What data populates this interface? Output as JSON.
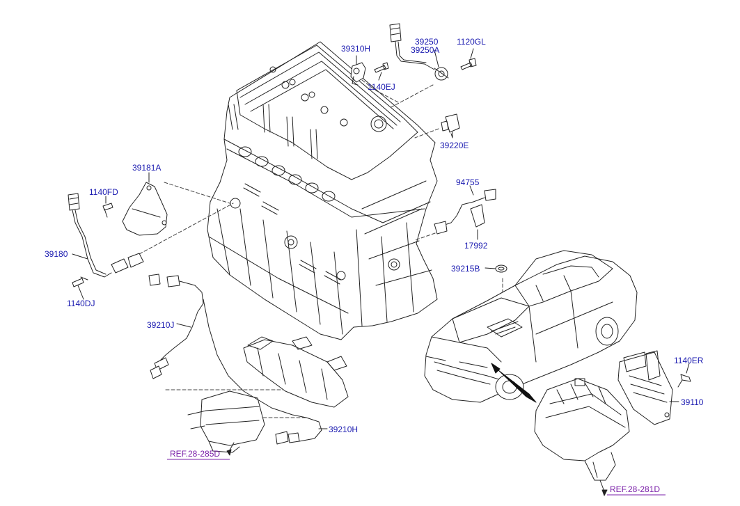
{
  "diagram": {
    "parts": {
      "p39310H": "39310H",
      "p1140EJ": "1140EJ",
      "p39250": "39250",
      "p39250A": "39250A",
      "p1120GL": "1120GL",
      "p39220E": "39220E",
      "p39181A": "39181A",
      "p1140FD": "1140FD",
      "p94755": "94755",
      "p17992": "17992",
      "p39180": "39180",
      "p39215B": "39215B",
      "p1140DJ": "1140DJ",
      "p39210J": "39210J",
      "p1140ER": "1140ER",
      "p39110": "39110",
      "p39210H": "39210H"
    },
    "references": {
      "ref_manifold": "REF.28-285D",
      "ref_aircleaner": "REF.28-281D"
    },
    "colors": {
      "label": "#1a1ab0",
      "reference": "#7a1fa8",
      "line": "#222222"
    }
  }
}
